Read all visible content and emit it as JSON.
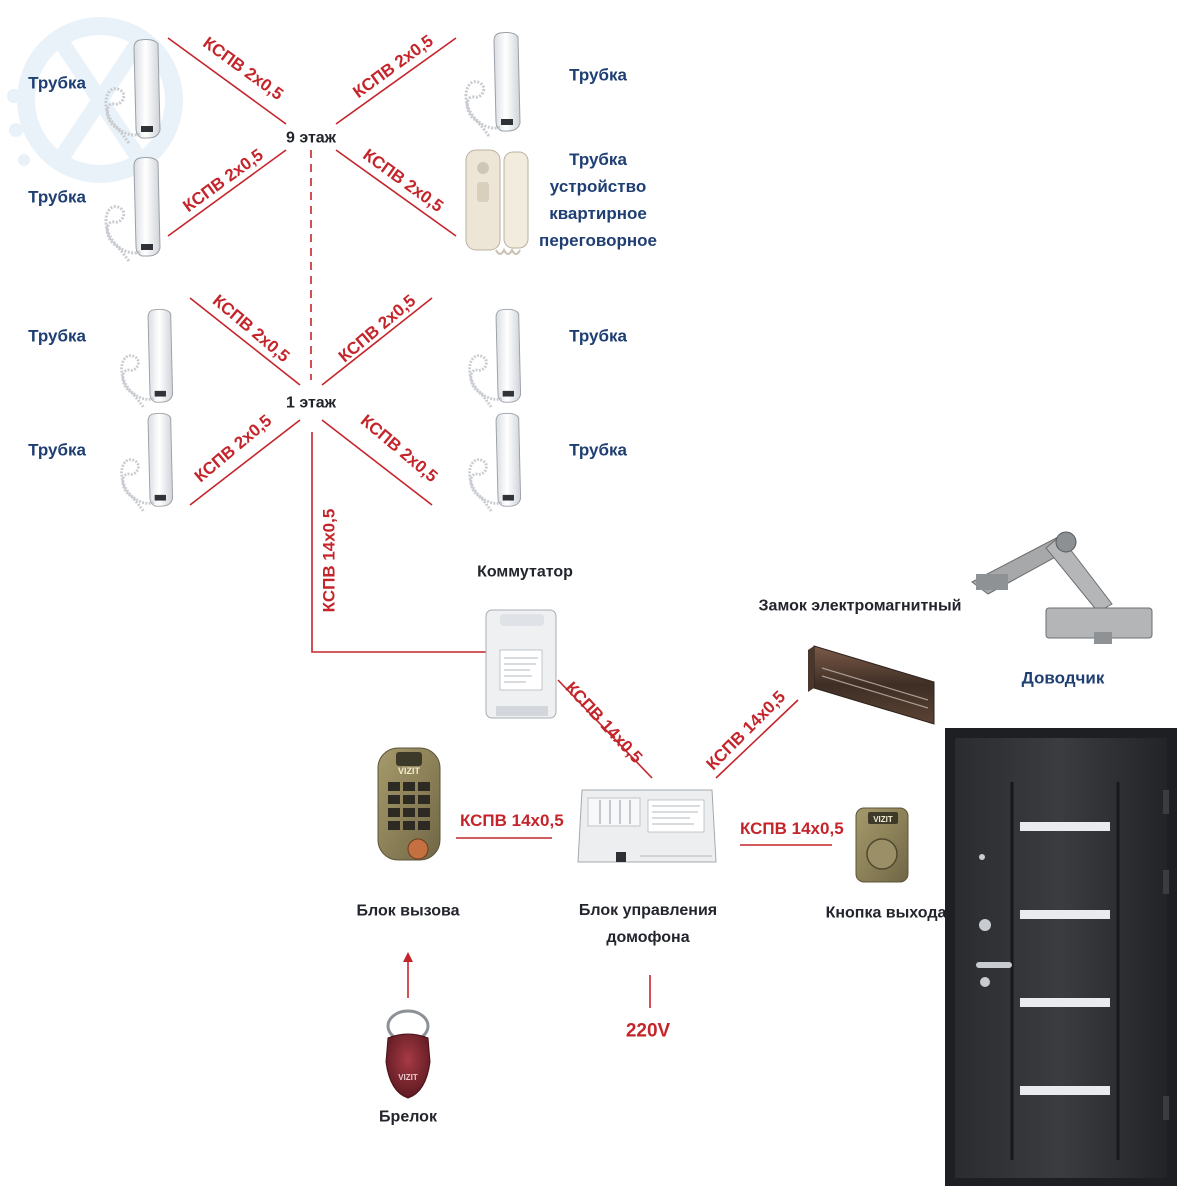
{
  "diagram": {
    "nodes": {
      "handset_9_top_left": "Трубка",
      "handset_9_bottom_left": "Трубка",
      "handset_9_top_right": "Трубка",
      "apartment_device": [
        "Трубка",
        "устройство",
        "квартирное",
        "переговорное"
      ],
      "handset_1_top_left": "Трубка",
      "handset_1_bottom_left": "Трубка",
      "handset_1_top_right": "Трубка",
      "handset_1_bottom_right": "Трубка",
      "floor_9": "9 этаж",
      "floor_1": "1 этаж",
      "switch": "Коммутатор",
      "magnetic_lock": "Замок электромагнитный",
      "door_closer": "Доводчик",
      "call_panel": "Блок вызова",
      "control_unit": [
        "Блок управления",
        "домофона"
      ],
      "exit_button": "Кнопка выхода",
      "key_fob": "Брелок",
      "power": "220V"
    },
    "cables": {
      "f9_tl": "КСПВ 2х0,5",
      "f9_tr": "КСПВ 2х0,5",
      "f9_bl": "КСПВ 2х0,5",
      "f9_br": "КСПВ 2х0,5",
      "f1_tl": "КСПВ 2х0,5",
      "f1_tr": "КСПВ 2х0,5",
      "f1_bl": "КСПВ 2х0,5",
      "f1_br": "КСПВ 2х0,5",
      "riser": "КСПВ 14х0,5",
      "switch_control": "КСПВ 14х0,5",
      "control_lock": "КСПВ 14х0,5",
      "panel_control": "КСПВ 14х0,5",
      "control_exit": "КСПВ 14х0,5"
    },
    "device_markings": {
      "call_panel_brand": "VIZIT",
      "exit_button_brand": "VIZIT",
      "key_fob_brand": "VIZIT"
    },
    "colors": {
      "wire": "#c4252b",
      "label": "#1f3f73",
      "device_label": "#22252b"
    }
  }
}
